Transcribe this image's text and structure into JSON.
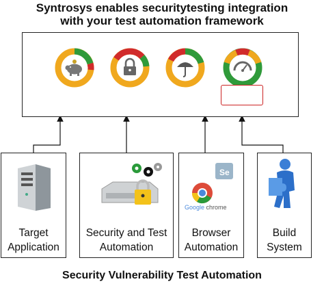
{
  "header": {
    "title_line1": "Syntrosys enables securitytesting integration",
    "title_line2": "with your test automation framework"
  },
  "gauges": [
    {
      "name": "piggy-bank-gauge",
      "icon": "piggy-bank-icon"
    },
    {
      "name": "lock-gauge",
      "icon": "lock-icon"
    },
    {
      "name": "umbrella-gauge",
      "icon": "umbrella-icon"
    },
    {
      "name": "speedometer-gauge",
      "icon": "speedometer-icon"
    }
  ],
  "sources": [
    {
      "line1": "Target",
      "line2": "Application",
      "icon": "server-tower-icon"
    },
    {
      "line1": "Security and Test",
      "line2": "Automation",
      "icon": "locked-drive-gears-icon"
    },
    {
      "line1": "Browser",
      "line2": "Automation",
      "icon": "chrome-selenium-icon"
    },
    {
      "line1": "Build",
      "line2": "System",
      "icon": "puzzle-person-icon"
    }
  ],
  "browser_logo_text": {
    "brand": "Google",
    "product": "chrome",
    "selenium_badge": "Se"
  },
  "footer": {
    "caption": "Security Vulnerability Test Automation"
  },
  "colors": {
    "gauge_orange": "#f0a81e",
    "gauge_green": "#2f9a3a",
    "gauge_red": "#d12b2b",
    "highlight_box": "#cc2222"
  }
}
